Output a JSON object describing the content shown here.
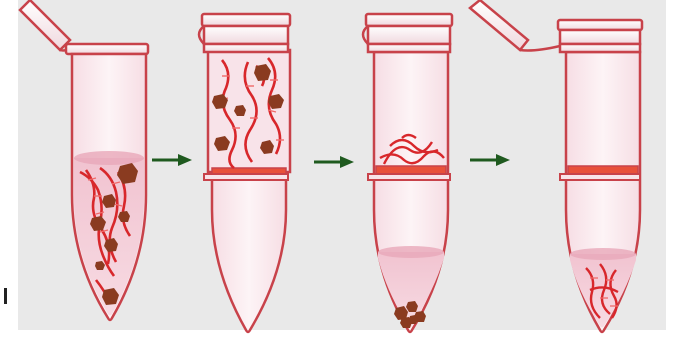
{
  "diagram": {
    "steps": [
      {
        "id": "lysate",
        "contents": [
          "dna-strands",
          "debris"
        ],
        "has_open_cap": true,
        "has_membrane": false
      },
      {
        "id": "column-loaded",
        "contents": [
          "dna-strands",
          "debris"
        ],
        "has_open_cap": false,
        "has_membrane": true
      },
      {
        "id": "column-washed",
        "contents": [
          "dna-on-membrane",
          "pelleted-debris"
        ],
        "has_open_cap": false,
        "has_membrane": true
      },
      {
        "id": "eluted",
        "contents": [
          "dna-in-eluate"
        ],
        "has_open_cap": true,
        "has_membrane": true
      }
    ],
    "arrows": [
      "lysate-to-column",
      "column-to-wash",
      "wash-to-elute"
    ],
    "colors": {
      "background": "#e9e9e9",
      "tube_outline": "#c8424a",
      "tube_fill": "#fbe9ee",
      "liquid": "#f2c6d2",
      "dna": "#d8272b",
      "debris": "#8a3b20",
      "membrane": "#e8503a",
      "arrow": "#1f5a1f"
    }
  }
}
